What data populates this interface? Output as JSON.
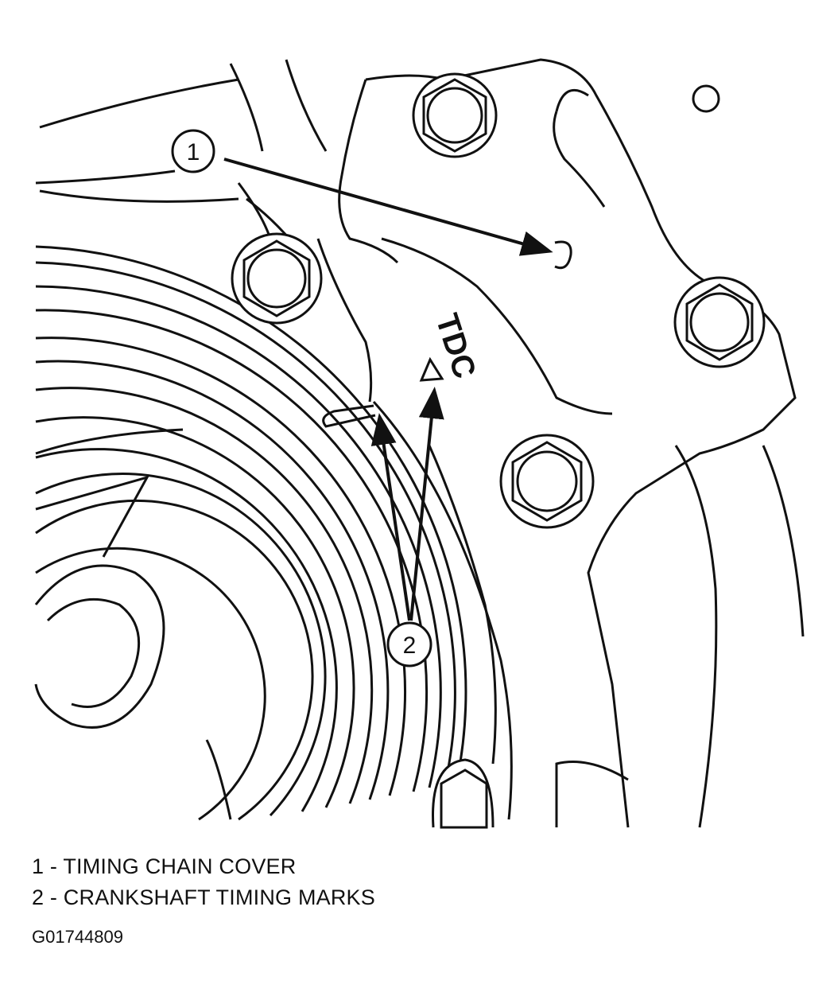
{
  "callouts": {
    "c1": "1",
    "c2": "2"
  },
  "mark_label": "TDC",
  "legend": [
    {
      "text": "1 - TIMING CHAIN COVER"
    },
    {
      "text": "2 - CRANKSHAFT TIMING MARKS"
    }
  ],
  "figure_id": "G01744809",
  "colors": {
    "ink": "#111111",
    "paper": "#ffffff"
  }
}
